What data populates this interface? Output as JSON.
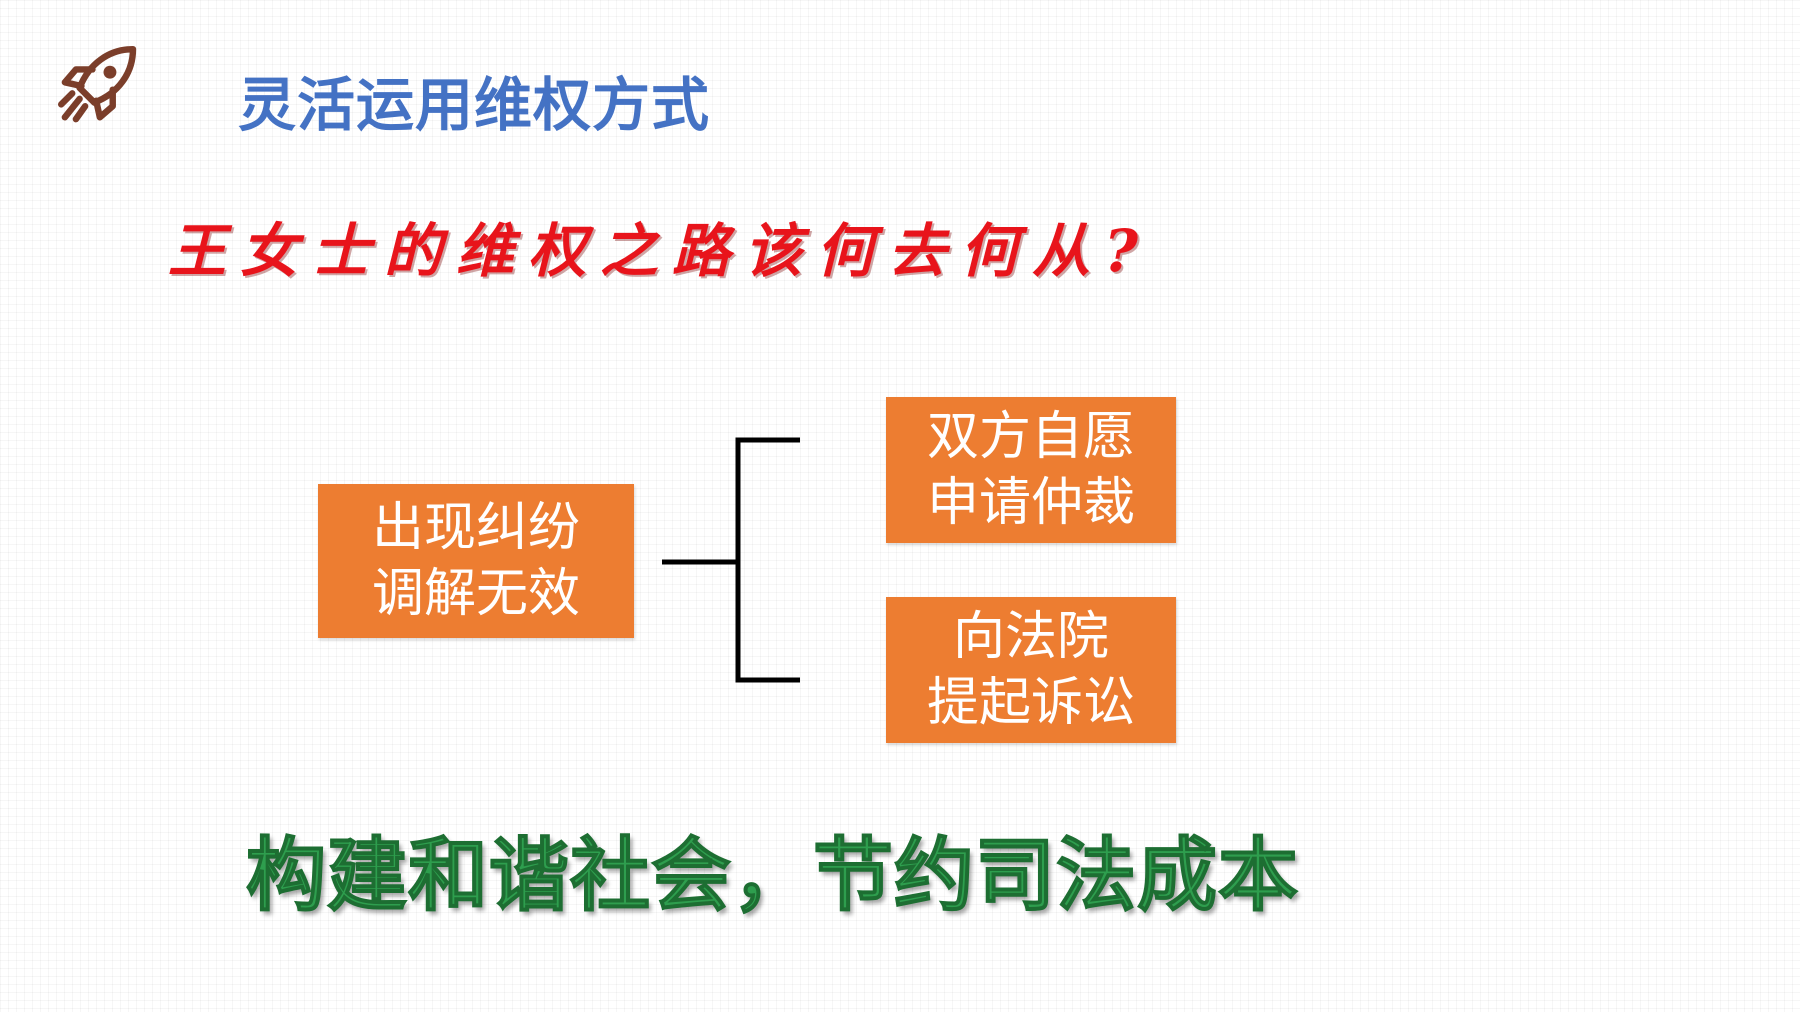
{
  "slide": {
    "section_title": "灵活运用维权方式",
    "question": "王女士的维权之路该何去何从?",
    "root_node": {
      "line1": "出现纠纷",
      "line2": "调解无效"
    },
    "branches": [
      {
        "line1": "双方自愿",
        "line2": "申请仲裁"
      },
      {
        "line1": "向法院",
        "line2": "提起诉讼"
      }
    ],
    "conclusion": "构建和谐社会，节约司法成本",
    "icon": "rocket-icon"
  },
  "colors": {
    "title": "#4472c4",
    "question": "#e8141b",
    "box_fill": "#ed7d31",
    "box_text": "#ffffff",
    "connector": "#000000",
    "conclusion": "#2e9e4e",
    "icon": "#7b3e2a"
  }
}
